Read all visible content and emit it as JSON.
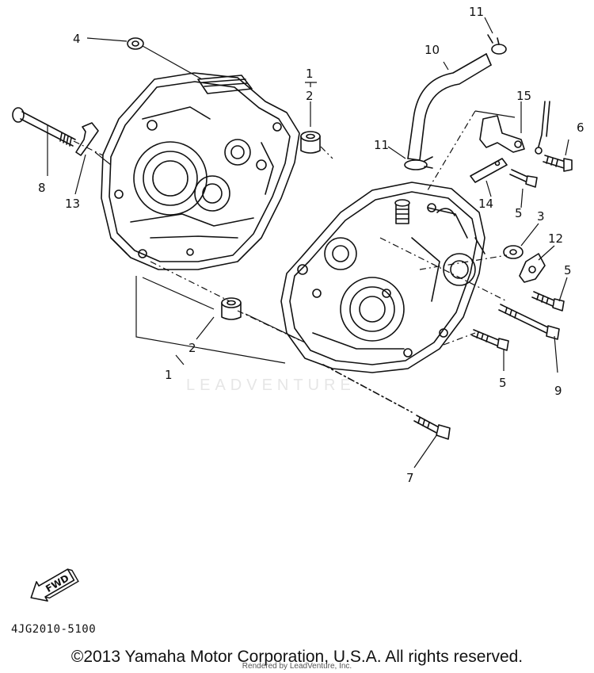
{
  "callouts": {
    "c4": "4",
    "c1_top": "1",
    "c2_top": "2",
    "c8": "8",
    "c13": "13",
    "c2_mid": "2",
    "c1_mid": "1",
    "c11_top": "11",
    "c10": "10",
    "c15": "15",
    "c6": "6",
    "c11_mid": "11",
    "c14": "14",
    "c5_a": "5",
    "c3": "3",
    "c12": "12",
    "c5_b": "5",
    "c5_c": "5",
    "c9": "9",
    "c7": "7"
  },
  "fwd_label": "FWD",
  "part_code": "4JG2010-5100",
  "watermark": "LEADVENTURE",
  "copyright": "©2013 Yamaha Motor Corporation, U.S.A. All rights reserved.",
  "rendered_by": "Rendered by LeadVenture, Inc."
}
